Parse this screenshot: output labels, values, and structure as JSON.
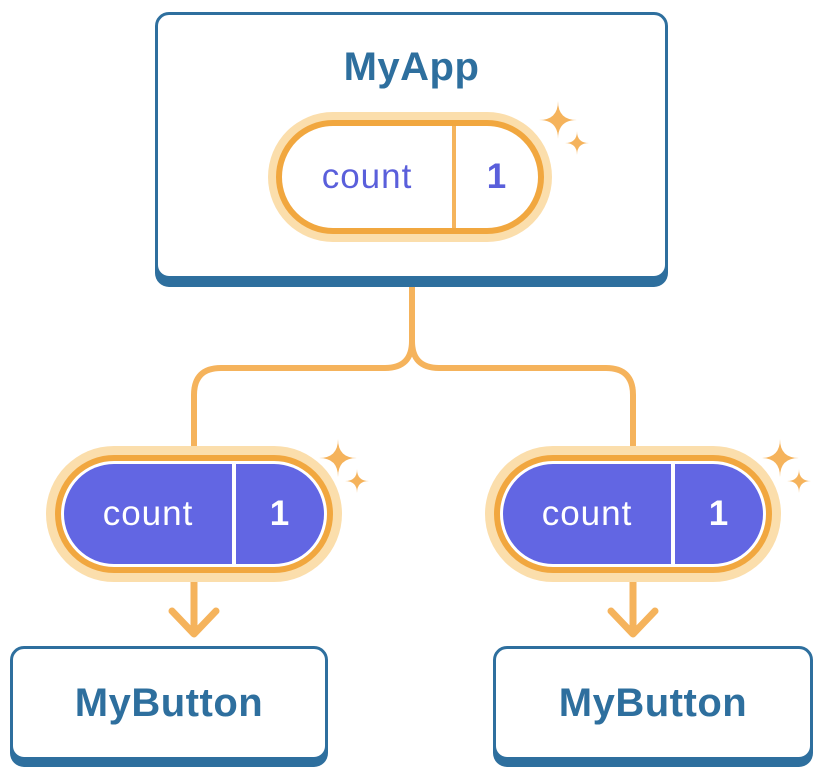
{
  "tree": {
    "root": {
      "component": "MyApp",
      "state": {
        "name": "count",
        "value": "1"
      }
    },
    "children": [
      {
        "component": "MyButton",
        "prop": {
          "name": "count",
          "value": "1"
        }
      },
      {
        "component": "MyButton",
        "prop": {
          "name": "count",
          "value": "1"
        }
      }
    ]
  },
  "icons": {
    "sparkle": "sparkle-icon",
    "arrow": "arrow-down-icon"
  },
  "colors": {
    "card_border_blue": "#2E6F9E",
    "component_text_blue": "#2E6F9E",
    "connector_orange": "#F5B35C",
    "pill_ring_orange": "#F1A73F",
    "pill_ring_cream": "#FBDEAC",
    "pill_fill_purple": "#6266E3",
    "state_text_purple": "#5A5FDB",
    "pill_text_white": "#FFFFFF",
    "background": "#FFFFFF"
  }
}
